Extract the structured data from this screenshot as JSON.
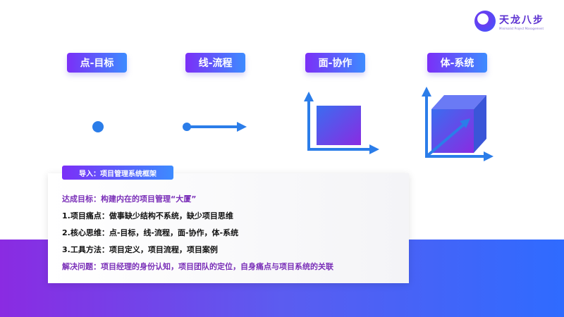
{
  "logo": {
    "title": "天龙八步",
    "subtitle": "Minimalist Project Management"
  },
  "tabs": [
    "点-目标",
    "线-流程",
    "面-协作",
    "体-系统"
  ],
  "card": {
    "tag": "导入：项目管理系统框架",
    "lines": [
      "达成目标：构建内在的项目管理“大厦”",
      "1.项目痛点：做事缺少结构不系统，缺少项目思维",
      "2.核心思维：点-目标，线-流程，面-协作，体-系统",
      "3.工具方法：项目定义，项目流程，项目案例",
      "解决问题：项目经理的身份认知，项目团队的定位，自身痛点与项目系统的关联"
    ]
  },
  "colors": {
    "accent": "#2b7de9",
    "purple": "#7b2ff7"
  }
}
